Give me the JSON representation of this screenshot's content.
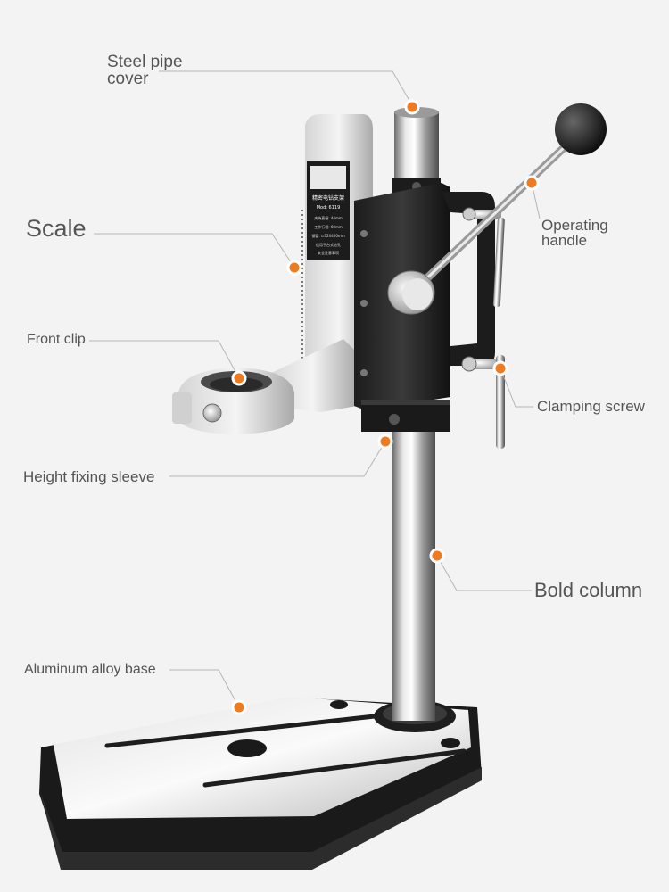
{
  "labels": {
    "steel_pipe_cover_line1": "Steel pipe",
    "steel_pipe_cover_line2": "cover",
    "scale": "Scale",
    "front_clip": "Front clip",
    "height_fixing_sleeve": "Height fixing sleeve",
    "aluminum_alloy_base": "Aluminum alloy base",
    "operating_handle_line1": "Operating",
    "operating_handle_line2": "handle",
    "clamping_screw": "Clamping screw",
    "bold_column": "Bold column"
  },
  "plate": {
    "title": "精密电钻支架",
    "model": "Mod: 6119",
    "line1": "夹持直径: 44mm",
    "line2": "工作行程: 60mm",
    "line3": "钢管: ∅32X400mm",
    "line4": "适用于台式钻孔",
    "line5": "安全注意事项"
  },
  "colors": {
    "background": "#f3f3f3",
    "marker": "#f07a20",
    "leader_line": "#b5b5b5",
    "label_text": "#555555"
  }
}
